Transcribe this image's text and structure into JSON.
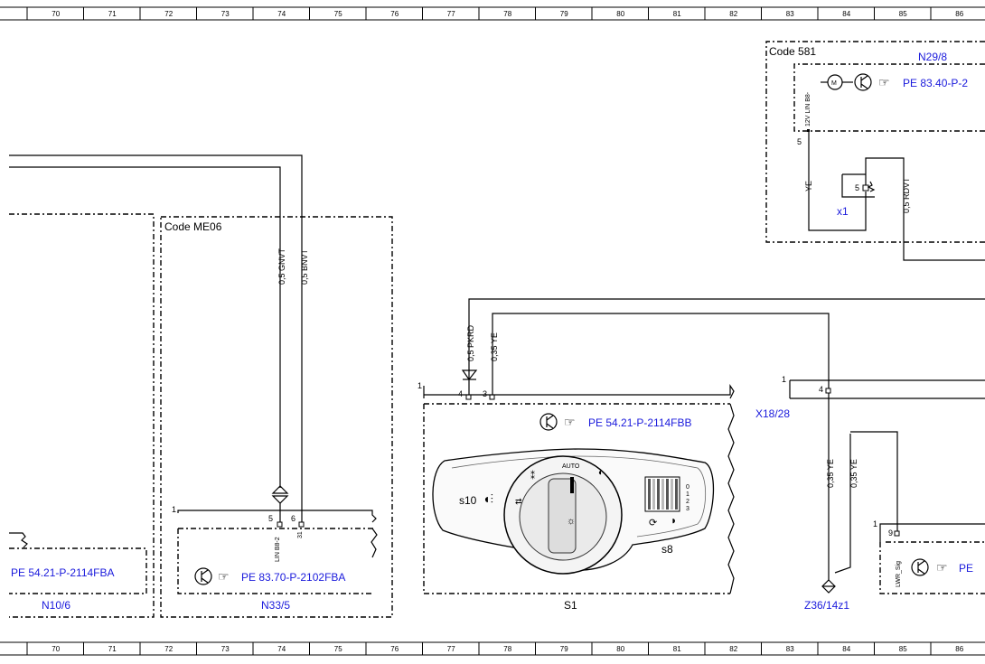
{
  "ruler": {
    "columns": [
      "70",
      "71",
      "72",
      "73",
      "74",
      "75",
      "76",
      "77",
      "78",
      "79",
      "80",
      "81",
      "82",
      "83",
      "84",
      "85",
      "86"
    ]
  },
  "codes": {
    "code_581": "Code 581",
    "code_me06": "Code ME06"
  },
  "components": {
    "n29_8": "N29/8",
    "x1": "x1",
    "n10_6": "N10/6",
    "n33_5": "N33/5",
    "s1": "S1",
    "s10": "s10",
    "s8": "s8",
    "x18_28": "X18/28",
    "z36_14z1": "Z36/14z1"
  },
  "references": {
    "pe_8340": "PE 83.40-P-2",
    "pe_5421_fba": "PE 54.21-P-2114FBA",
    "pe_8370": "PE 83.70-P-2102FBA",
    "pe_5421_fbb": "PE 54.21-P-2114FBB",
    "pe_right": "PE"
  },
  "wires": {
    "gnvt": "0,5 GNVT",
    "bnvt": "0,5 BNVT",
    "pkrd": "0,5 PKRD",
    "ye_035_a": "0,35 YE",
    "ye_a": "YE",
    "rdvt": "0,5 RDVT",
    "ye_035_b": "0,35 YE",
    "ye_035_c": "0,35 YE"
  },
  "pins": {
    "n29_pin": "5",
    "x1_pin": "5",
    "n33_con": "1",
    "n33_p5": "5",
    "n33_p6": "6",
    "s1_con": "1",
    "s1_p4": "4",
    "s1_p3": "3",
    "x18_con": "1",
    "x18_p4": "4",
    "right_con": "1",
    "right_p9": "9"
  },
  "pin_labels": {
    "n29_lin": "12V LIN B8-",
    "n33_lin": "LIN B8-2",
    "n33_31": "31",
    "lwr": "LWR_Sig"
  },
  "switch": {
    "auto": "AUTO",
    "scale_0": "0",
    "scale_1": "1",
    "scale_2": "2",
    "scale_3": "3"
  }
}
